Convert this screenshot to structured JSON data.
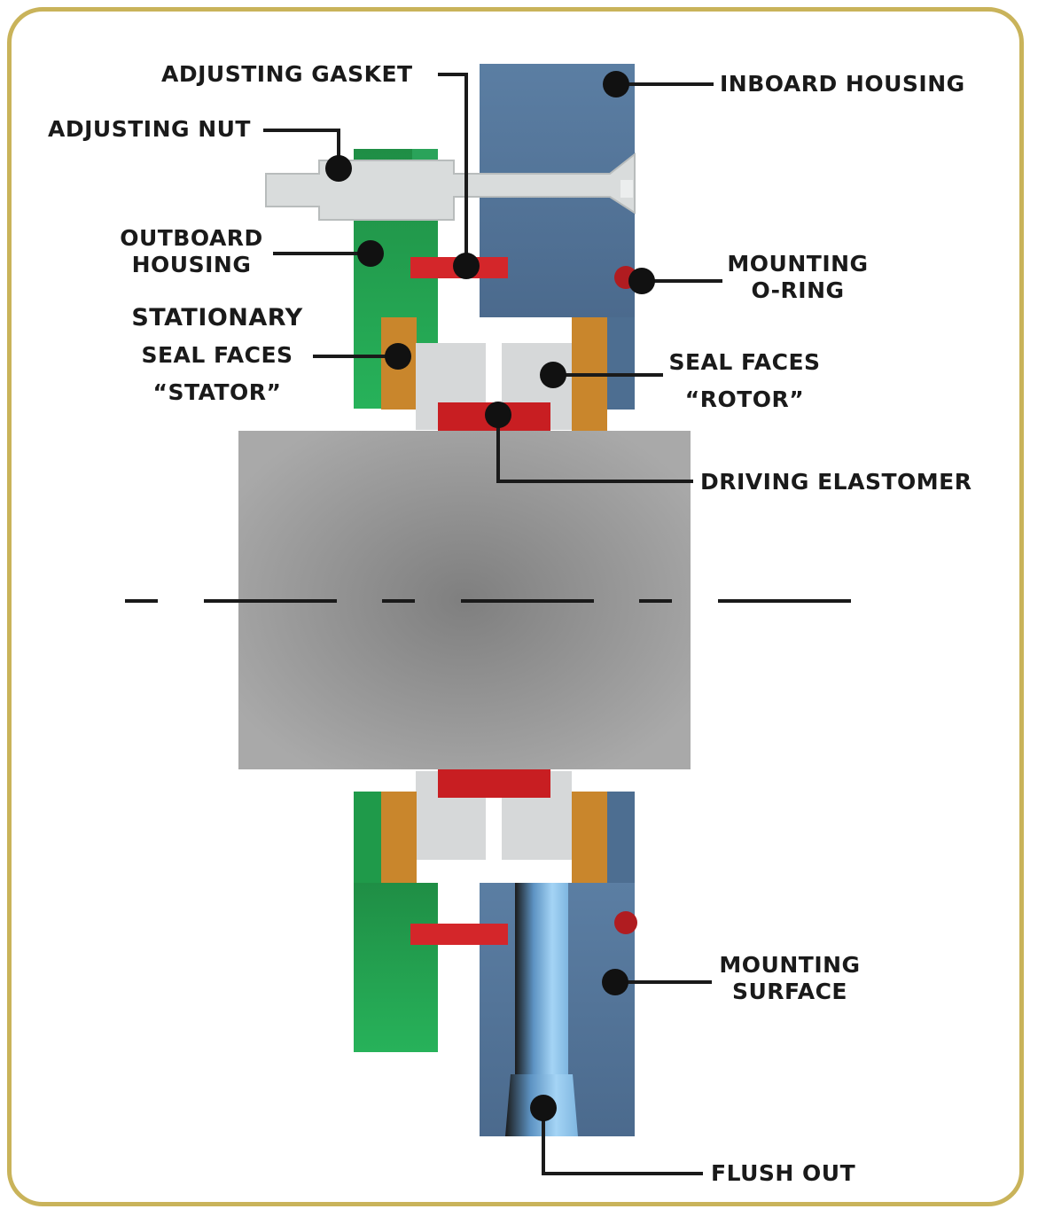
{
  "labels": {
    "adjusting_gasket": "ADJUSTING GASKET",
    "inboard_housing": "INBOARD HOUSING",
    "adjusting_nut": "ADJUSTING NUT",
    "outboard_housing_1": "OUTBOARD",
    "outboard_housing_2": "HOUSING",
    "mounting_oring_1": "MOUNTING",
    "mounting_oring_2": "O-RING",
    "stationary_1": "STATIONARY",
    "stationary_2": "SEAL FACES",
    "stationary_3": "“STATOR”",
    "rotor_1": "SEAL FACES",
    "rotor_2": "“ROTOR”",
    "driving_elastomer": "DRIVING ELASTOMER",
    "mounting_surface_1": "MOUNTING",
    "mounting_surface_2": "SURFACE",
    "flush_out": "FLUSH OUT"
  },
  "colors": {
    "frame": "#c9b35a",
    "inboard_housing": "#4d6e91",
    "outboard_housing": "#1f9a4a",
    "seal_face": "#d6d8d9",
    "carrier": "#c9862c",
    "elastomer": "#c81e22",
    "shaft": "#8f8f8f",
    "flush_channel": "#8ec4ea"
  }
}
